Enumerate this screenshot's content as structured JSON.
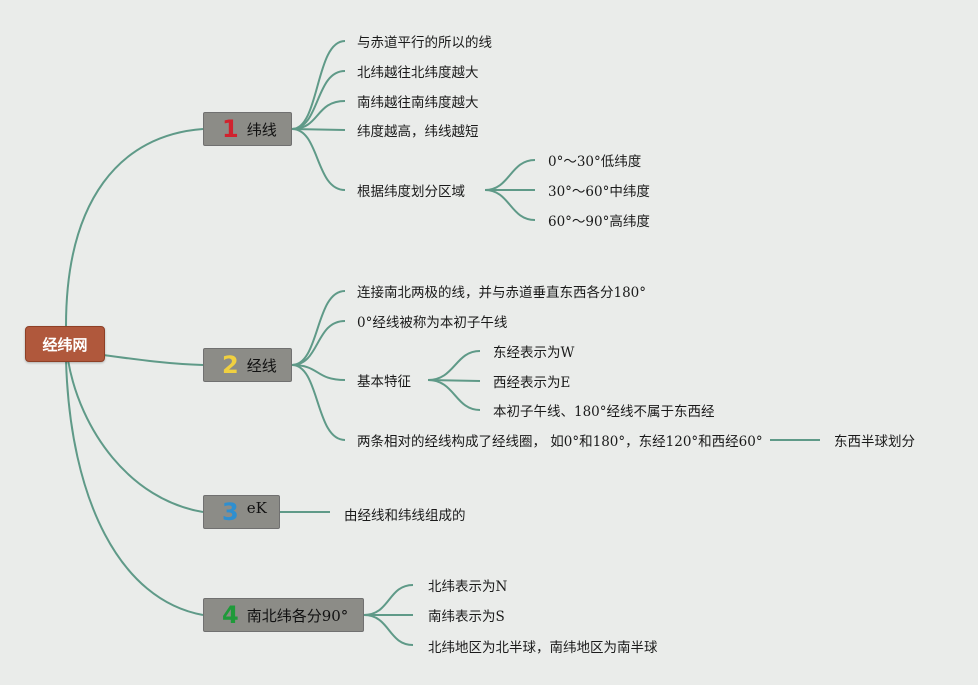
{
  "root": "经纬网",
  "colors": {
    "connector": "#5f9a88",
    "root_bg": "#b0583c",
    "branch_bg": "#8c8c87",
    "num_1": "#d0222e",
    "num_2": "#f0d040",
    "num_3": "#2f8fd0",
    "num_4": "#1f9a3a"
  },
  "branches": [
    {
      "num": "1",
      "label": "纬线",
      "children": [
        "与赤道平行的所以的线",
        "北纬越往北纬度越大",
        "南纬越往南纬度越大",
        "纬度越高，纬线越短",
        "根据纬度划分区域"
      ],
      "zones": [
        "0°～30°低纬度",
        "30°～60°中纬度",
        "60°～90°高纬度"
      ]
    },
    {
      "num": "2",
      "label": "经线",
      "children": [
        "连接南北两极的线，并与赤道垂直东西各分180°",
        "0°经线被称为本初子午线",
        "基本特征",
        "两条相对的经线构成了经线圈， 如0°和180°，东经120°和西经60°"
      ],
      "features": [
        "东经表示为W",
        "西经表示为E",
        "本初子午线、180°经线不属于东西经"
      ],
      "circle_note": "东西半球划分"
    },
    {
      "num": "3",
      "label": "eK",
      "children": [
        "由经线和纬线组成的"
      ]
    },
    {
      "num": "4",
      "label": "南北纬各分90°",
      "children": [
        "北纬表示为N",
        "南纬表示为S",
        "北纬地区为北半球，南纬地区为南半球"
      ]
    }
  ]
}
